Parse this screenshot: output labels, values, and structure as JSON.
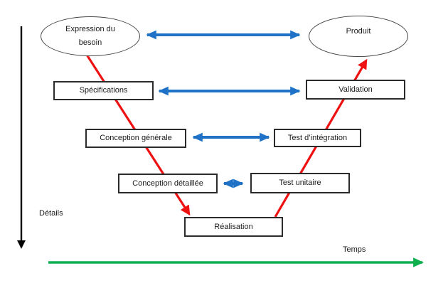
{
  "diagram_type": "v-model",
  "nodes": {
    "expression_du_besoin": {
      "label": "Expression du besoin",
      "shape": "ellipse"
    },
    "produit": {
      "label": "Produit",
      "shape": "ellipse"
    },
    "specifications": {
      "label": "Spécifications",
      "shape": "rect"
    },
    "validation": {
      "label": "Validation",
      "shape": "rect"
    },
    "conception_generale": {
      "label": "Conception générale",
      "shape": "rect"
    },
    "test_integration": {
      "label": "Test d’intégration",
      "shape": "rect"
    },
    "conception_detaillee": {
      "label": "Conception détaillée",
      "shape": "rect"
    },
    "test_unitaire": {
      "label": "Test unitaire",
      "shape": "rect"
    },
    "realisation": {
      "label": "Réalisation",
      "shape": "rect"
    }
  },
  "links": [
    {
      "from": "expression_du_besoin",
      "to": "produit",
      "type": "double-arrow",
      "color_role": "blue"
    },
    {
      "from": "specifications",
      "to": "validation",
      "type": "double-arrow",
      "color_role": "blue"
    },
    {
      "from": "conception_generale",
      "to": "test_integration",
      "type": "double-arrow",
      "color_role": "blue"
    },
    {
      "from": "conception_detaillee",
      "to": "test_unitaire",
      "type": "double-arrow",
      "color_role": "blue"
    },
    {
      "from": "expression_du_besoin",
      "to": "realisation",
      "type": "arrow",
      "color_role": "red",
      "path": "descente"
    },
    {
      "from": "realisation",
      "to": "produit",
      "type": "arrow",
      "color_role": "red",
      "path": "remontee"
    }
  ],
  "axes": {
    "vertical_label": "Détails",
    "horizontal_label": "Temps"
  },
  "colors": {
    "red": "#EE1111",
    "blue": "#1F72C6",
    "green": "#0EB04E",
    "axis": "#000000"
  }
}
